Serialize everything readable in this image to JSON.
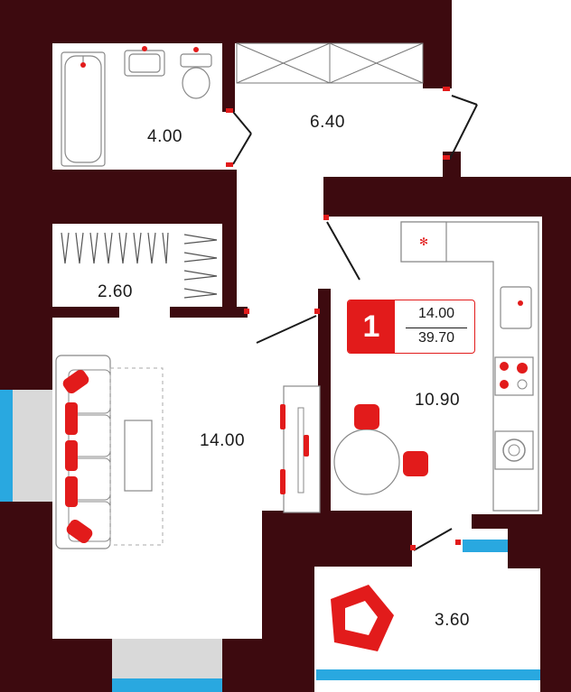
{
  "rooms": {
    "bathroom": {
      "area": "4.00"
    },
    "hallway": {
      "area": "6.40"
    },
    "closet": {
      "area": "2.60"
    },
    "living_room": {
      "area": "14.00"
    },
    "kitchen": {
      "area": "10.90"
    },
    "balcony": {
      "area": "3.60"
    }
  },
  "badge": {
    "rooms_count": "1",
    "living_area": "14.00",
    "total_area": "39.70"
  },
  "colors": {
    "wall": "#3d0a0f",
    "accent": "#e21b1b",
    "window": "#29a8e0",
    "furniture_stroke": "#888888"
  }
}
